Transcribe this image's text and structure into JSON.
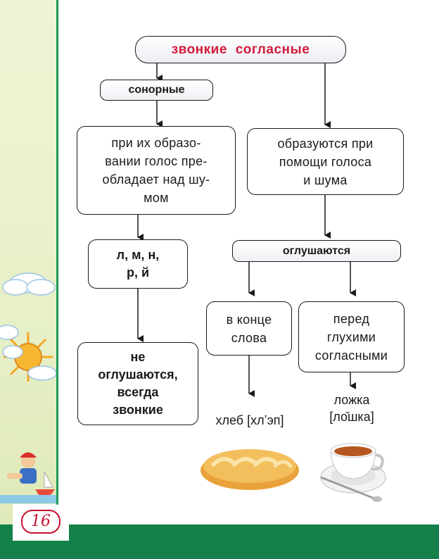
{
  "diagram": {
    "title": "звонкие  согласные",
    "sonorant_label": "сонорные",
    "sonorant_def": "при их образо-\nвании голос пре-\nобладает над шу-\nмом",
    "sonorant_letters": "л,  м,  н,\nр,  й",
    "sonorant_result": "не\nоглушаются,\nвсегда\nзвонкие",
    "voiced_def": "образуются при\nпомощи голоса\nи шума",
    "devoice_label": "оглушаются",
    "case_end": "в конце\nслова",
    "case_before": "перед\nглухими\nсогласными"
  },
  "examples": {
    "end_example": "хлеб  [хлʼэп]",
    "before_word": "ложка",
    "before_transcription": "[ло̆шка]"
  },
  "page": {
    "number": "16"
  },
  "colors": {
    "accent": "#d11a3a",
    "footer": "#14814a",
    "margin_line": "#1e9a55"
  },
  "illustrations": [
    "bread-loaf",
    "tea-cup",
    "clouds",
    "sun",
    "boy-with-boat"
  ]
}
